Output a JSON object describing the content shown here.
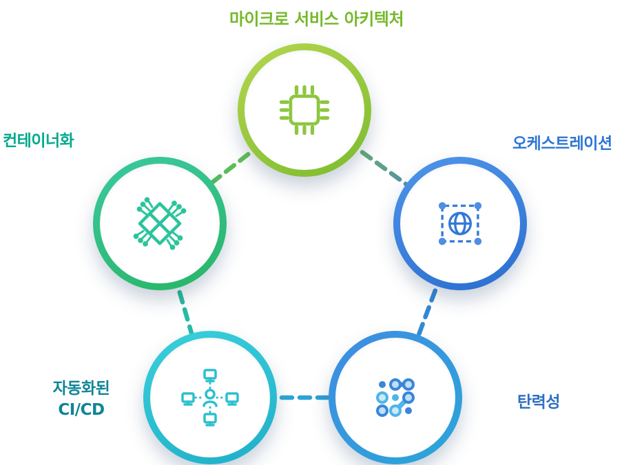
{
  "title": "마이크로 서비스 아키텍처",
  "nodes": {
    "architecture": {
      "label": "마이크로 서비스 아키텍처",
      "icon": "cpu-chip-icon",
      "ring_colors": [
        "#B4D64E",
        "#7CBB2E"
      ],
      "label_color": "#76B82A"
    },
    "containerization": {
      "label": "컨테이너화",
      "icon": "processor-diamond-icon",
      "ring_colors": [
        "#3BC9A0",
        "#28B566"
      ],
      "label_color": "#00A98C"
    },
    "orchestration": {
      "label": "오케스트레이션",
      "icon": "globe-frame-icon",
      "ring_colors": [
        "#4F95E9",
        "#2A6ED0"
      ],
      "label_color": "#2E75D4"
    },
    "cicd": {
      "label_line1": "자동화된",
      "label_line2": "CI/CD",
      "icon": "automation-network-icon",
      "ring_colors": [
        "#3AD0DA",
        "#1FAFCA"
      ],
      "label_color": "#0E8596"
    },
    "elasticity": {
      "label": "탄력성",
      "icon": "dot-matrix-icon",
      "ring_colors": [
        "#3F8CE2",
        "#2AA6D8"
      ],
      "label_color": "#2E6FC0"
    }
  },
  "connectors": {
    "style": "dashed",
    "colors": {
      "green": "#8DC63F",
      "teal": "#2BB673",
      "cyan": "#25BFCF",
      "blue": "#3178D6",
      "sky": "#2F9CD8"
    }
  }
}
